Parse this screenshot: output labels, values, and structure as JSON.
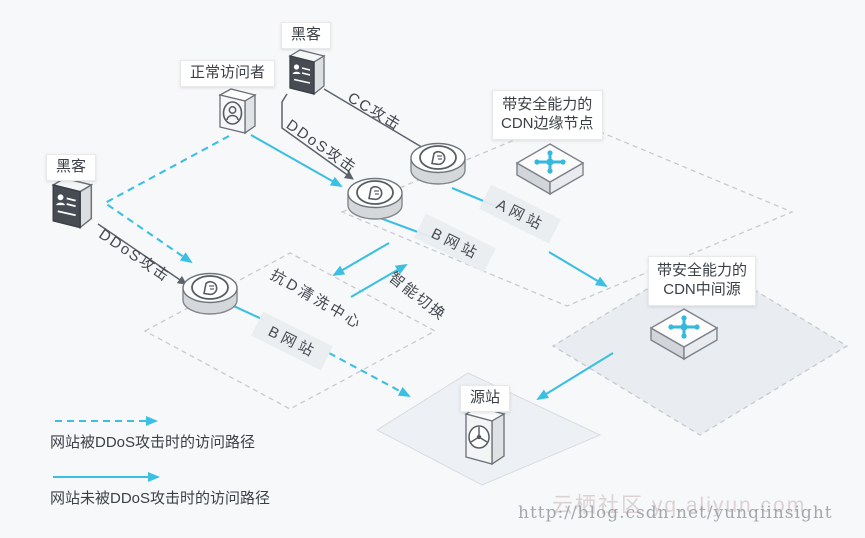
{
  "diagram": {
    "nodes": {
      "hacker_top": {
        "label": "黑客"
      },
      "hacker_left": {
        "label": "黑客"
      },
      "visitor": {
        "label": "正常访问者"
      },
      "edge_cdn": {
        "line1": "带安全能力的",
        "line2": "CDN边缘节点"
      },
      "mid_cdn": {
        "line1": "带安全能力的",
        "line2": "CDN中间源"
      },
      "origin": {
        "label": "源站"
      },
      "site_a": {
        "label": "A网站"
      },
      "site_b_upper": {
        "label": "B网站"
      },
      "site_b_lower": {
        "label": "B网站"
      },
      "scrub_center": {
        "label": "抗D清洗中心"
      },
      "smart_switch": {
        "label": "智能切换"
      }
    },
    "edges": {
      "cc_attack": {
        "label": "CC攻击"
      },
      "ddos_attack_upper": {
        "label": "DDoS攻击"
      },
      "ddos_attack_lower": {
        "label": "DDoS攻击"
      }
    }
  },
  "legend": {
    "attacked": "网站被DDoS攻击时的访问路径",
    "normal": "网站未被DDoS攻击时的访问路径"
  },
  "watermark": {
    "primary": "http://blog.csdn.net/yunqiinsight",
    "secondary": "云栖社区 yq.aliyun.com"
  },
  "colors": {
    "path": "#3bbfe3",
    "attack": "#5d636b",
    "glyph": "#35b8dd"
  }
}
